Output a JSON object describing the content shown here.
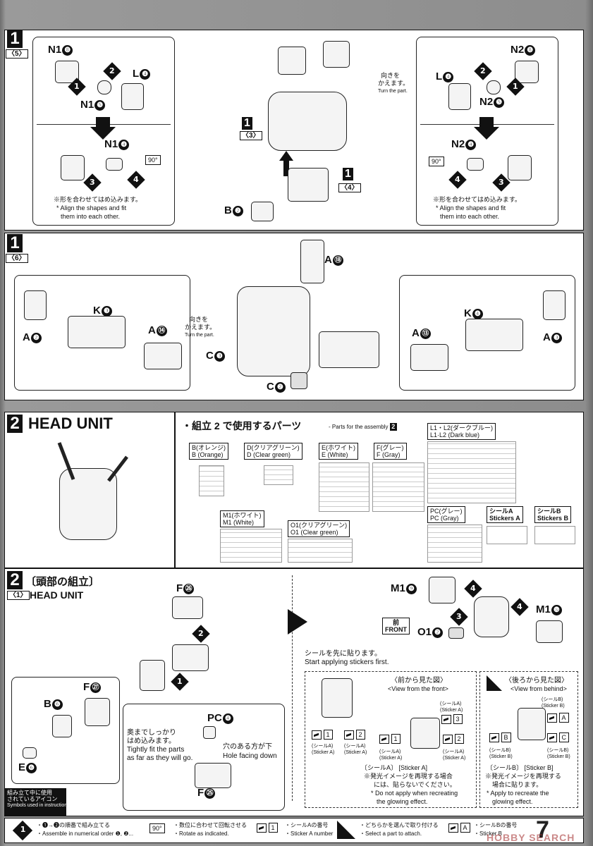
{
  "step1": {
    "number": "1",
    "sub5": "〈5〉",
    "sub6": "〈6〉",
    "sub3": "〈3〉",
    "sub4": "〈4〉",
    "left_inset": {
      "n1_8": "N1",
      "n1_8_n": "❽",
      "l4": "L",
      "l4_n": "❹",
      "n1_5": "N1",
      "n1_5_n": "❺",
      "n1_4": "N1",
      "n1_4_n": "❹",
      "seq1": "1",
      "seq2": "2",
      "seq3": "3",
      "seq4": "4",
      "rot": "90°",
      "note_jp": "※形を合わせてはめ込みます。",
      "note_en1": "* Align the shapes and fit",
      "note_en2": "them into each other."
    },
    "right_inset": {
      "n2_8": "N2",
      "n2_8_n": "❽",
      "l4": "L",
      "l4_n": "❹",
      "n2_5": "N2",
      "n2_5_n": "❺",
      "n2_4": "N2",
      "n2_4_n": "❹",
      "rot": "90°",
      "note_jp": "※形を合わせてはめ込みます。",
      "note_en1": "* Align the shapes and fit",
      "note_en2": "them into each other."
    },
    "turn_jp1": "向きを",
    "turn_jp2": "かえます。",
    "turn_en": "Turn the part.",
    "b2": "B",
    "b2_n": "❷",
    "a18": "A",
    "a18_n": "⑱",
    "a2": "A",
    "a2_n": "❷",
    "k3": "K",
    "k3_n": "❸",
    "a14": "A",
    "a14_n": "⑭",
    "c3": "C",
    "c3_n": "❸",
    "c2": "C",
    "c2_n": "❷",
    "a13": "A",
    "a13_n": "⑬",
    "k4": "K",
    "k4_n": "❹",
    "a3": "A",
    "a3_n": "❸"
  },
  "step2": {
    "number": "2",
    "title": "HEAD UNIT",
    "parts_heading_jp": "・組立 2 で使用するパーツ",
    "parts_heading_en": "- Parts for the assembly",
    "parts_heading_num": "2",
    "runners": [
      {
        "jp": "B(オレンジ)",
        "en": "B (Orange)"
      },
      {
        "jp": "D(クリアグリーン)",
        "en": "D (Clear green)"
      },
      {
        "jp": "E(ホワイト)",
        "en": "E (White)"
      },
      {
        "jp": "F(グレー)",
        "en": "F (Gray)"
      },
      {
        "jp": "L1・L2(ダークブルー)",
        "en": "L1·L2 (Dark blue)"
      },
      {
        "jp": "M1(ホワイト)",
        "en": "M1 (White)"
      },
      {
        "jp": "O1(クリアグリーン)",
        "en": "O1 (Clear green)"
      },
      {
        "jp": "PC(グレー)",
        "en": "PC (Gray)"
      },
      {
        "jp": "シールA",
        "en": "Stickers A"
      },
      {
        "jp": "シールB",
        "en": "Stickers B"
      }
    ],
    "assembly_title_jp": "〔頭部の組立〕",
    "assembly_sub": "〈1〉",
    "assembly_title_en": "HEAD UNIT",
    "f26": "F",
    "f26_n": "㉖",
    "f27": "F",
    "f27_n": "㉗",
    "b6": "B",
    "b6_n": "❻",
    "e6": "E",
    "e6_n": "❻",
    "pc4": "PC",
    "pc4_n": "❹",
    "f25": "F",
    "f25_n": "㉕",
    "fit_jp1": "奥までしっかり",
    "fit_jp2": "はめ込みます。",
    "fit_en1": "Tightly fit the parts",
    "fit_en2": "as far as they will go.",
    "hole_jp": "穴のある方が下",
    "hole_en": "Hole facing down",
    "m1_9": "M1",
    "m1_9_n": "❾",
    "m1_10": "M1",
    "m1_10_n": "❿",
    "o1_2": "O1",
    "o1_2_n": "❷",
    "front_jp": "前",
    "front_en": "FRONT",
    "sticker_first_jp": "シールを先に貼ります。",
    "sticker_first_en": "Start applying stickers first.",
    "view_front_jp": "〈前から見た図〉",
    "view_front_en": "<View from the front>",
    "view_behind_jp": "〈後ろから見た図〉",
    "view_behind_en": "<View from behind>",
    "sticker_a_jp": "(シールA)",
    "sticker_a_en": "(Sticker A)",
    "sticker_b_jp": "(シールB)",
    "sticker_b_en": "(Sticker B)",
    "sa_head_jp": "〔シールA〕",
    "sa_head_en": "[Sticker A]",
    "sa_note_jp1": "※発光イメージを再現する場合",
    "sa_note_jp2": "には、貼らないでください。",
    "sa_note_en1": "* Do not apply when recreating",
    "sa_note_en2": "the glowing effect.",
    "sb_head_jp": "〔シールB〕",
    "sb_head_en": "[Sticker B]",
    "sb_note_jp1": "※発光イメージを再現する",
    "sb_note_jp2": "場合に貼ります。",
    "sb_note_en1": "* Apply to recreate the",
    "sb_note_en2": "glowing effect.",
    "s1": "1",
    "s2": "2",
    "s3": "3",
    "sA": "A",
    "sB": "B",
    "sC": "C"
  },
  "legend": {
    "title_jp1": "組み立て中に使用",
    "title_jp2": "されているアイコン",
    "title_en": "Symbols used in instructions",
    "item1_jp": "・❶→❷の順番で組み立てる",
    "item1_en": "・Assemble in numerical order ❶, ❷...",
    "item2_icon": "90°",
    "item2_jp": "・数位に合わせて回転させる",
    "item2_en": "・Rotate as indicated.",
    "item3_num": "1",
    "item3_jp": "・シールAの番号",
    "item3_en": "・Sticker A number",
    "item4_jp": "・どちらかを選んで取り付ける",
    "item4_en": "・Select a part to attach.",
    "item5_letter": "A",
    "item5_jp": "・シールBの番号",
    "item5_en": "・Sticker B"
  },
  "page_number": "7",
  "watermark": "HOBBY SEARCH"
}
